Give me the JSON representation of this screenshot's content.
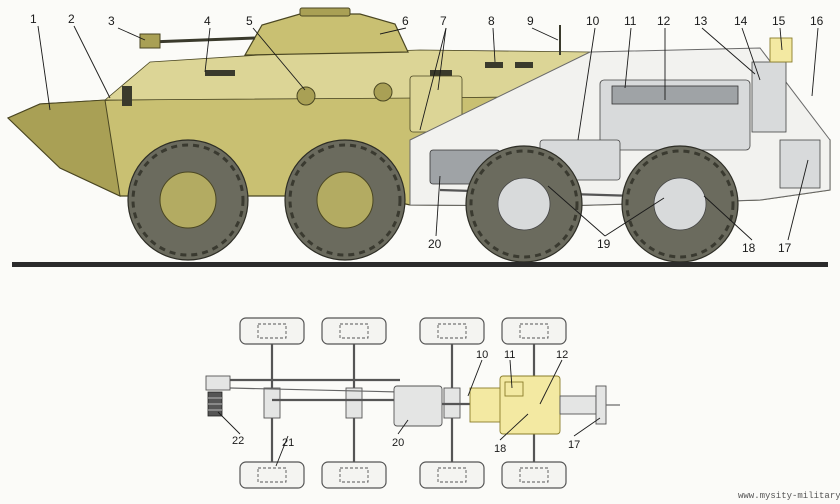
{
  "side_view": {
    "callouts": [
      "1",
      "2",
      "3",
      "4",
      "5",
      "6",
      "7",
      "8",
      "9",
      "10",
      "11",
      "12",
      "13",
      "14",
      "15",
      "16",
      "17",
      "18",
      "19",
      "20"
    ]
  },
  "plan_view": {
    "callouts": [
      "10",
      "11",
      "12",
      "17",
      "18",
      "20",
      "21",
      "22"
    ]
  },
  "credit": "www.mysity-military.com",
  "colors": {
    "hull": "#c9c072",
    "cutaway": "#f2f2ef",
    "tire": "#6b6b5e",
    "highlight": "#f3e9a2"
  }
}
